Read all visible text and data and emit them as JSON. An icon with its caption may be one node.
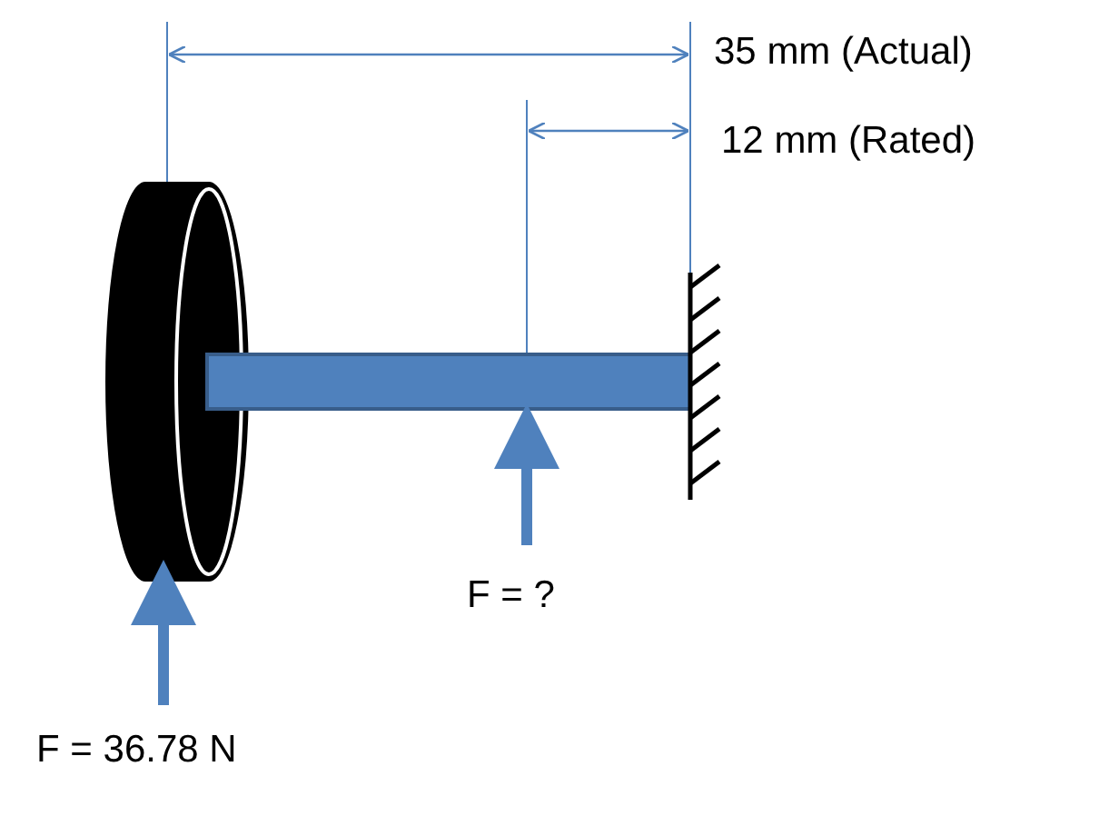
{
  "diagram": {
    "labels": [
      "35 mm (Actual)",
      "12 mm (Rated)",
      "F = ?",
      "F = 36.78 N"
    ]
  }
}
